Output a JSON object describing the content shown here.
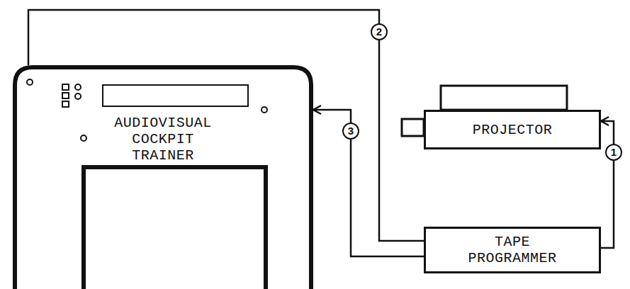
{
  "diagram": {
    "nodes": [
      {
        "text": [
          "AUDIOVISUAL COCKPIT TRAINER"
        ]
      },
      {
        "text": [
          "PROJECTOR"
        ]
      },
      {
        "text": [
          "TAPE PROGRAMMER"
        ]
      }
    ],
    "edges": [
      {
        "from": 2,
        "to": 1,
        "arrow": "to",
        "label": "1"
      },
      {
        "from": 0,
        "to": 2,
        "arrow": "none",
        "label": "2"
      },
      {
        "from": 2,
        "to": 0,
        "arrow": "to",
        "label": "3"
      }
    ]
  }
}
